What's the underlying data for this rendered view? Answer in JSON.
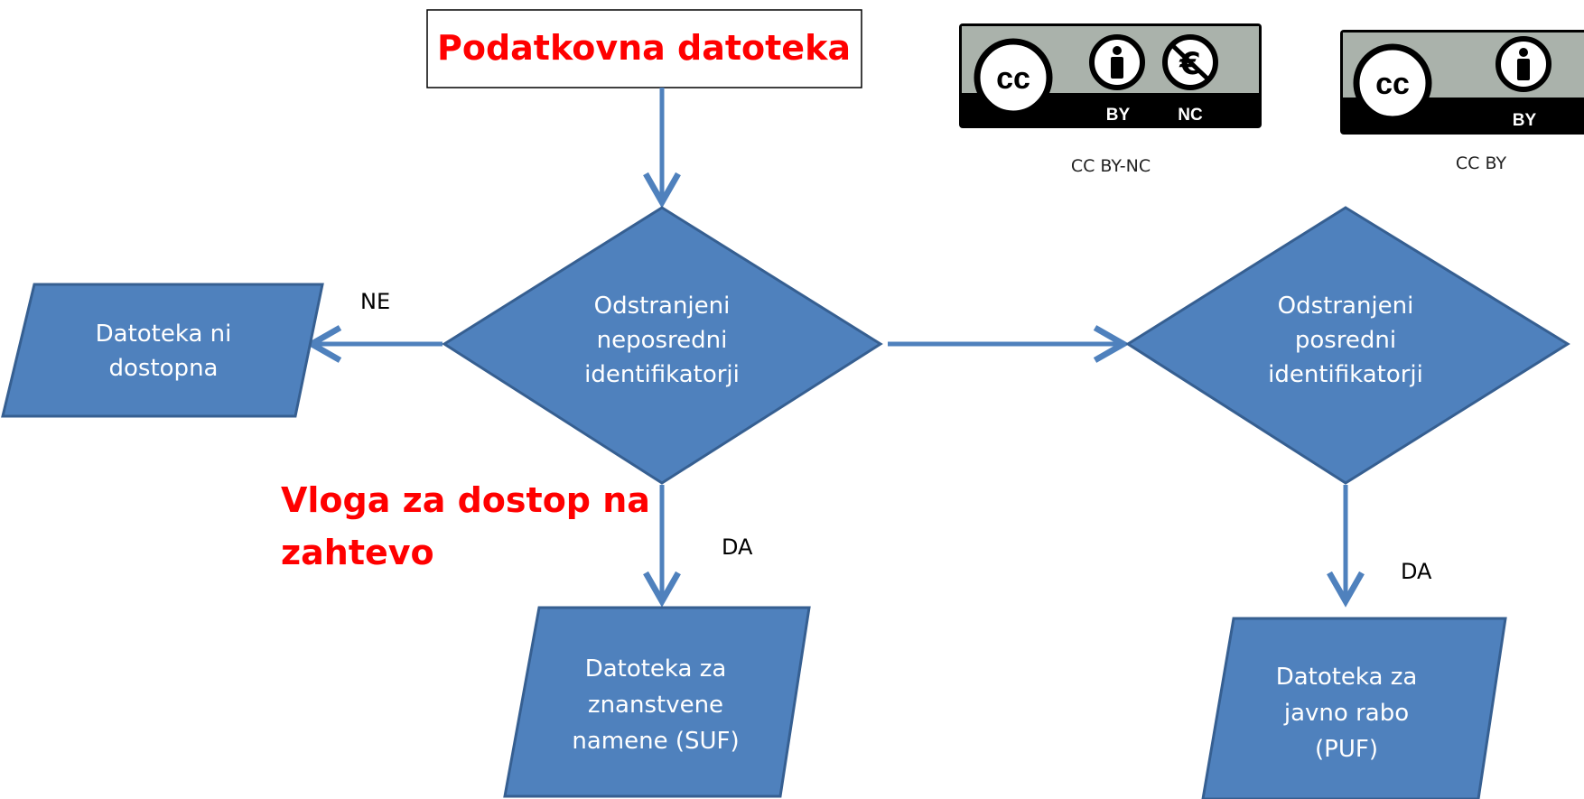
{
  "title": "Podatkovna datoteka",
  "request_note": "Vloga za dostop na\nzahtevo",
  "nodes": {
    "not_available": "Datoteka ni\ndostopna",
    "direct_removed": "Odstranjeni\nneposredni\nidentifikatorji",
    "indirect_removed": "Odstranjeni\nposredni\nidentifikatorji",
    "suf": "Datoteka za\nznanstvene\nnamene (SUF)",
    "puf": "Datoteka za\njavno rabo\n(PUF)"
  },
  "edge_labels": {
    "no": "NE",
    "yes_left": "DA",
    "yes_right": "DA"
  },
  "licenses": {
    "by_nc": {
      "caption": "CC BY-NC",
      "badge_labels": [
        "BY",
        "NC"
      ]
    },
    "by": {
      "caption": "CC BY",
      "badge_labels": [
        "BY"
      ]
    }
  },
  "colors": {
    "shape_fill": "#4f81bd",
    "shape_border": "#365f91",
    "arrow": "#4f81bd",
    "emphasis_text": "#ff0000"
  }
}
